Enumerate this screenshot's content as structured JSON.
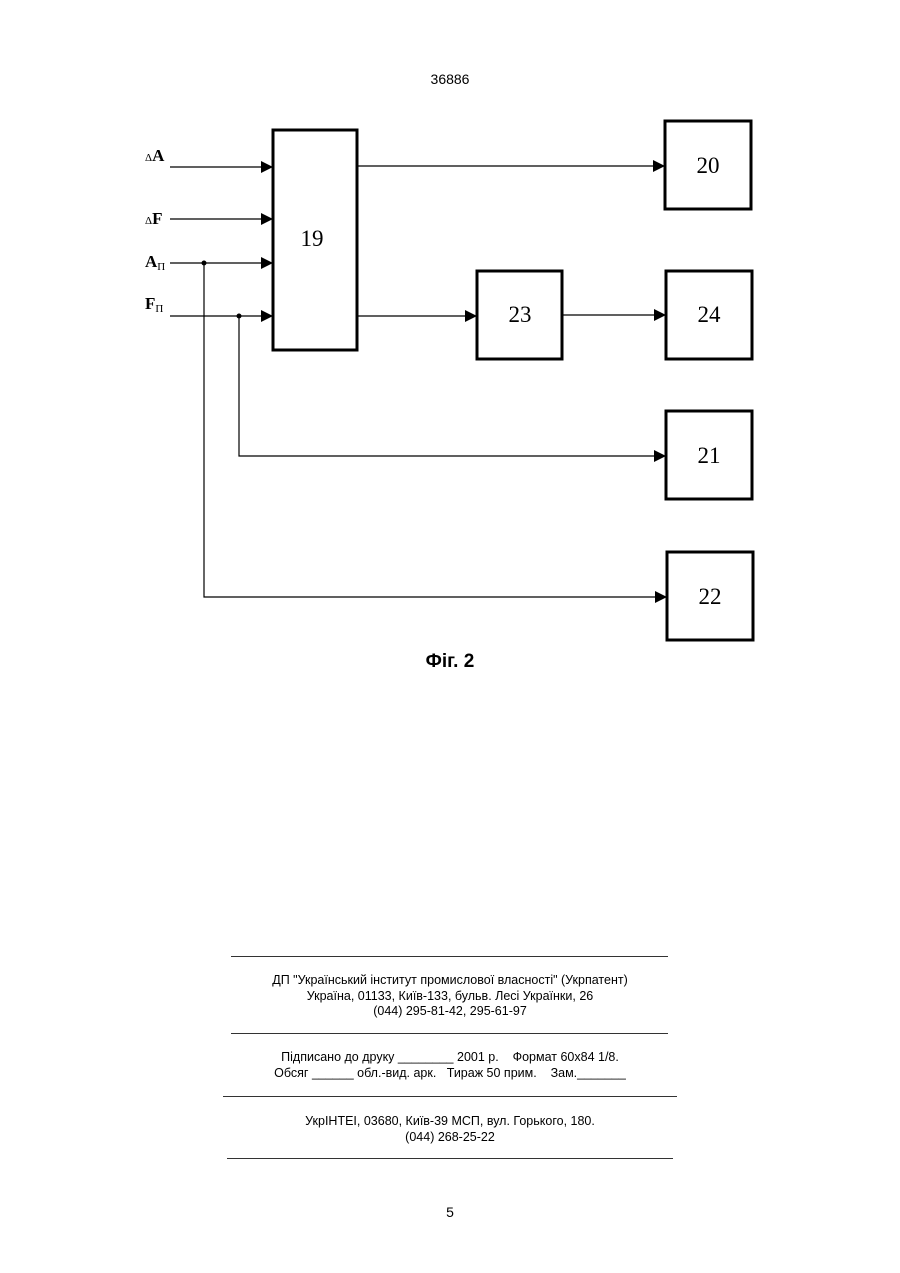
{
  "header": {
    "doc_number": "36886"
  },
  "figure": {
    "caption": "Фіг. 2",
    "inputs": [
      {
        "prefix": "Δ",
        "main": "A",
        "sub": ""
      },
      {
        "prefix": "Δ",
        "main": "F",
        "sub": ""
      },
      {
        "prefix": "",
        "main": "A",
        "sub": "П"
      },
      {
        "prefix": "",
        "main": "F",
        "sub": "П"
      }
    ],
    "blocks": {
      "b19": "19",
      "b20": "20",
      "b23": "23",
      "b24": "24",
      "b21": "21",
      "b22": "22"
    }
  },
  "imprint": {
    "publisher": [
      "ДП \"Український інститут промислової власності\" (Укрпатент)",
      "Україна, 01133, Київ-133, бульв. Лесі Українки, 26",
      "(044) 295-81-42, 295-61-97"
    ],
    "print_info": [
      "Підписано до друку ________ 2001 р.    Формат 60х84 1/8.",
      "Обсяг ______ обл.-вид. арк.   Тираж 50 прим.    Зам._______"
    ],
    "printer": [
      "УкрІНТЕІ, 03680, Київ-39 МСП, вул. Горького, 180.",
      "(044) 268-25-22"
    ]
  },
  "footer": {
    "page_number": "5"
  }
}
